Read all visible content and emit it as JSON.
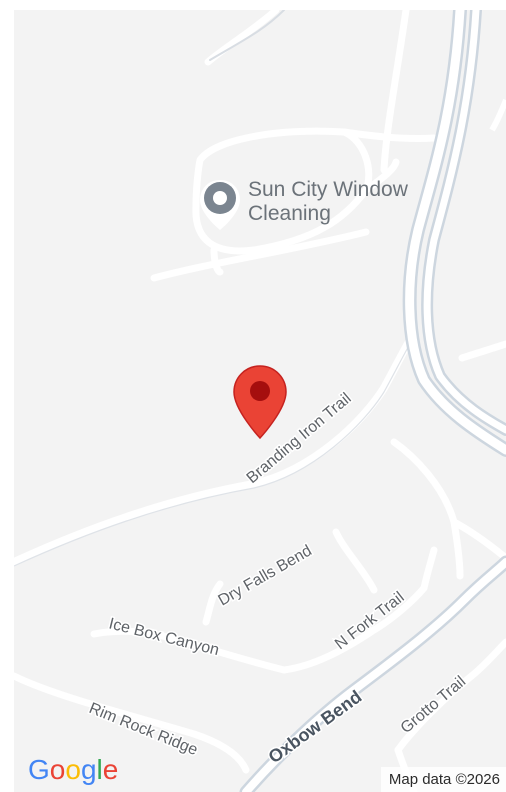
{
  "map": {
    "poi": {
      "name_line1": "Sun City Window",
      "name_line2": "Cleaning",
      "icon": "location-dot-icon",
      "color": "#6b7279"
    },
    "marker": {
      "icon": "map-pin-icon",
      "color": "#ea4335"
    },
    "streets": [
      "Branding Iron Trail",
      "Dry Falls Bend",
      "N Fork Trail",
      "Ice Box Canyon",
      "Rim Rock Ridge",
      "Oxbow Bend",
      "Grotto Trail"
    ],
    "attribution": "Map data ©2026",
    "logo": {
      "letters": [
        "G",
        "o",
        "o",
        "g",
        "l",
        "e"
      ]
    }
  }
}
